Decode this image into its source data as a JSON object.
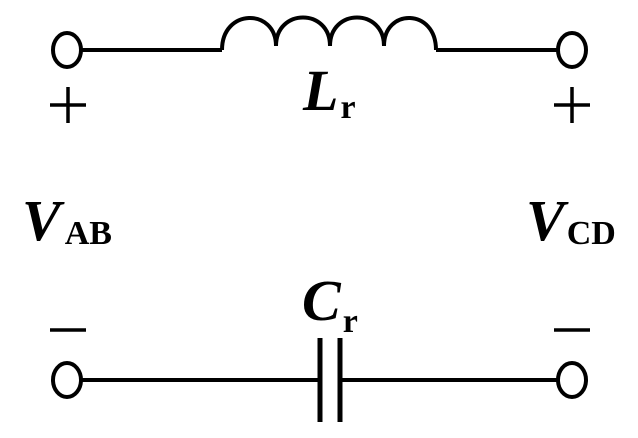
{
  "components": {
    "inductor": {
      "symbol": "L",
      "subscript": "r"
    },
    "capacitor": {
      "symbol": "C",
      "subscript": "r"
    }
  },
  "ports": {
    "left": {
      "symbol": "V",
      "subscript": "AB",
      "top_sign": "+",
      "bottom_sign": "−"
    },
    "right": {
      "symbol": "V",
      "subscript": "CD",
      "top_sign": "+",
      "bottom_sign": "−"
    }
  },
  "colors": {
    "stroke": "#000000",
    "background": "#ffffff"
  }
}
